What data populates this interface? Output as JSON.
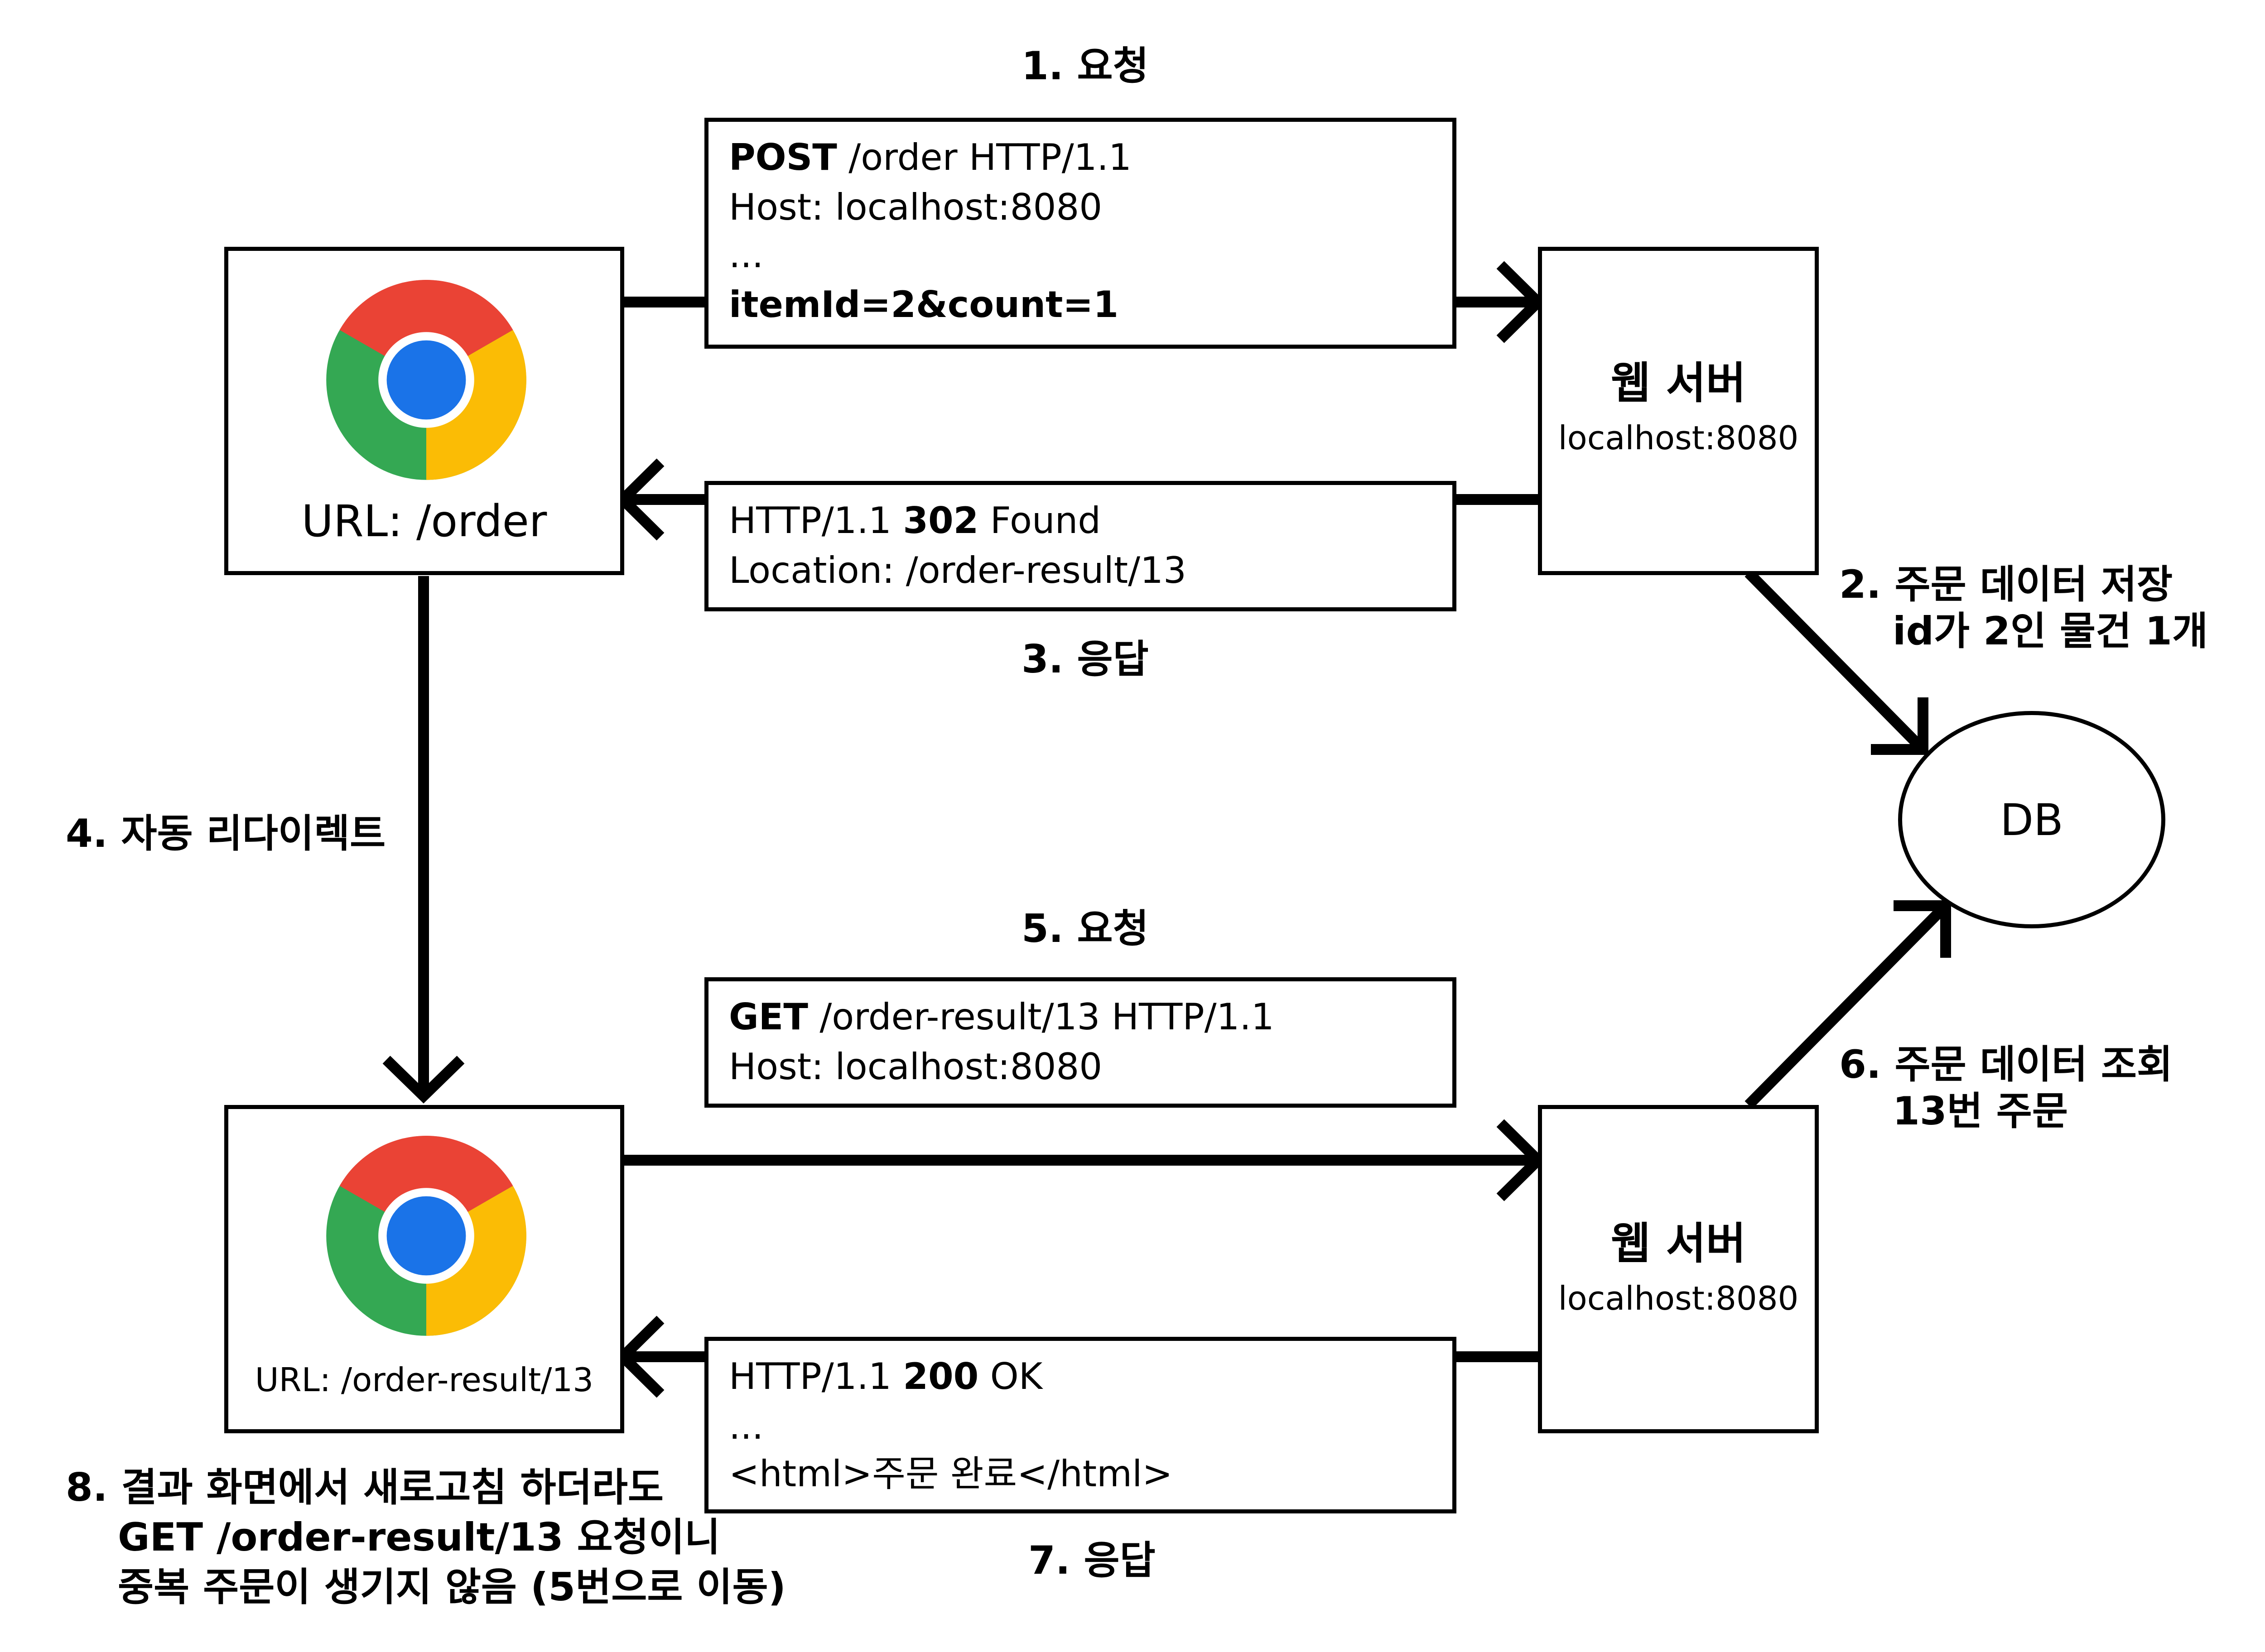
{
  "steps": {
    "s1": "1. 요청",
    "s2_line1": "2. 주문 데이터 저장",
    "s2_line2": "id가 2인 물건 1개",
    "s3": "3. 응답",
    "s4": "4. 자동 리다이렉트",
    "s5": "5. 요청",
    "s6_line1": "6. 주문 데이터 조회",
    "s6_line2": "13번 주문",
    "s7": "7. 응답",
    "s8_line1": "8. 결과 화면에서 새로고침 하더라도",
    "s8_line2": "GET /order-result/13 요청이니",
    "s8_line3": "중복 주문이 생기지 않음 (5번으로 이동)"
  },
  "browser_top": {
    "url": "URL: /order",
    "icon": "chrome-icon"
  },
  "browser_bottom": {
    "url": "URL: /order-result/13",
    "icon": "chrome-icon"
  },
  "server_top": {
    "title": "웹 서버",
    "host": "localhost:8080"
  },
  "server_bottom": {
    "title": "웹 서버",
    "host": "localhost:8080"
  },
  "db": {
    "label": "DB"
  },
  "post_request": {
    "method": "POST",
    "line1_rest": " /order HTTP/1.1",
    "line2": "Host: localhost:8080",
    "line3": "...",
    "line4": "itemId=2&count=1"
  },
  "redirect_response": {
    "line1_start": "HTTP/1.1 ",
    "status": "302",
    "line1_rest": " Found",
    "line2": "Location: /order-result/13"
  },
  "get_request": {
    "method": "GET",
    "line1_rest": " /order-result/13 HTTP/1.1",
    "line2": "Host: localhost:8080"
  },
  "ok_response": {
    "line1_start": "HTTP/1.1 ",
    "status": "200",
    "line1_rest": " OK",
    "line2": "...",
    "line3": "<html>주문 완료</html>"
  }
}
